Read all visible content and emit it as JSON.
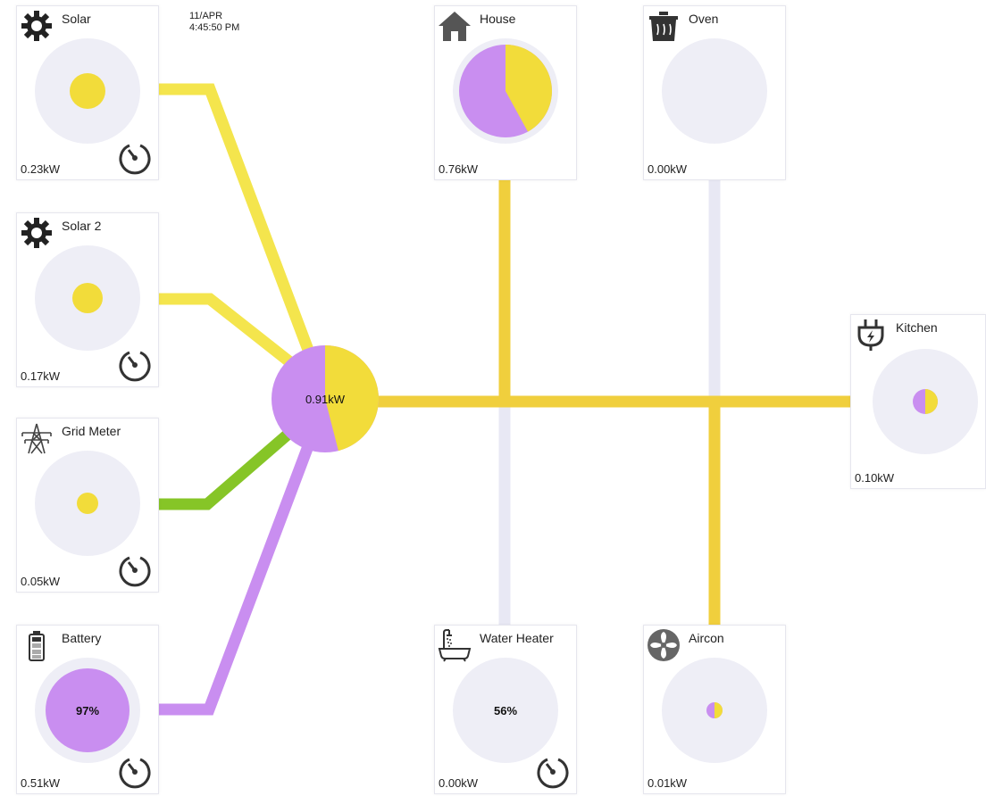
{
  "timestamp": {
    "date": "11/APR",
    "time": "4:45:50 PM"
  },
  "colors": {
    "solar": "#f2dc3a",
    "grid": "#86c527",
    "battery": "#c98ef0",
    "consumption": "#f0cf3d",
    "idle": "#e8e8f4",
    "disc": "#eeeef6"
  },
  "hub": {
    "power": "0.91kW",
    "solar_fraction": 0.46
  },
  "sources": [
    {
      "name": "Solar",
      "power": "0.23kW",
      "icon": "sun-icon"
    },
    {
      "name": "Solar 2",
      "power": "0.17kW",
      "icon": "sun-icon"
    },
    {
      "name": "Grid Meter",
      "power": "0.05kW",
      "icon": "power-pylon-icon"
    },
    {
      "name": "Battery",
      "power": "0.51kW",
      "icon": "battery-icon",
      "level": "97%"
    }
  ],
  "loads": [
    {
      "name": "House",
      "power": "0.76kW",
      "icon": "house-icon",
      "solar_fraction": 0.42
    },
    {
      "name": "Oven",
      "power": "0.00kW",
      "icon": "oven-icon"
    },
    {
      "name": "Kitchen",
      "power": "0.10kW",
      "icon": "plug-icon",
      "solar_fraction": 0.5
    },
    {
      "name": "Water Heater",
      "power": "0.00kW",
      "icon": "bathtub-icon",
      "level": "56%"
    },
    {
      "name": "Aircon",
      "power": "0.01kW",
      "icon": "fan-icon",
      "solar_fraction": 0.5
    }
  ]
}
